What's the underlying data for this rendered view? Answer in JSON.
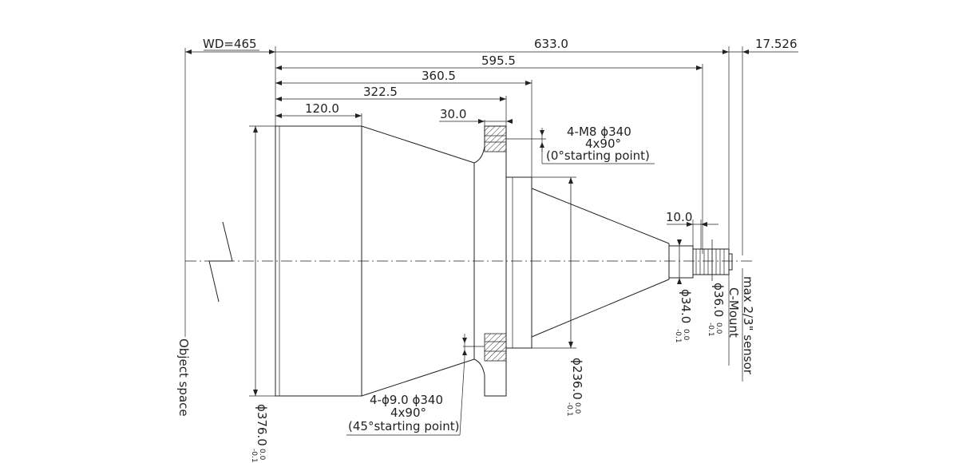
{
  "dimensions": {
    "wd": "WD=465",
    "total_length": "633.0",
    "length_595": "595.5",
    "length_360": "360.5",
    "length_322": "322.5",
    "length_120": "120.0",
    "flange_width": "30.0",
    "rear_offset": "17.526",
    "mount_length": "10.0"
  },
  "notes": {
    "top_holes_line1": "4-M8 ϕ340",
    "top_holes_line2": "4x90°",
    "top_holes_line3": "(0°starting point)",
    "bottom_holes_line1": "4-ϕ9.0  ϕ340",
    "bottom_holes_line2": "4x90°",
    "bottom_holes_line3": "(45°starting point)"
  },
  "diameters": {
    "d376": "ϕ376.0",
    "d236": "ϕ236.0",
    "d34": "ϕ34.0",
    "d36": "ϕ36.0",
    "tol_upper": "0.0",
    "tol_lower": "-0.1"
  },
  "labels": {
    "object_space": "Object space",
    "c_mount": "C-Mount",
    "sensor": "max 2/3\" sensor"
  }
}
